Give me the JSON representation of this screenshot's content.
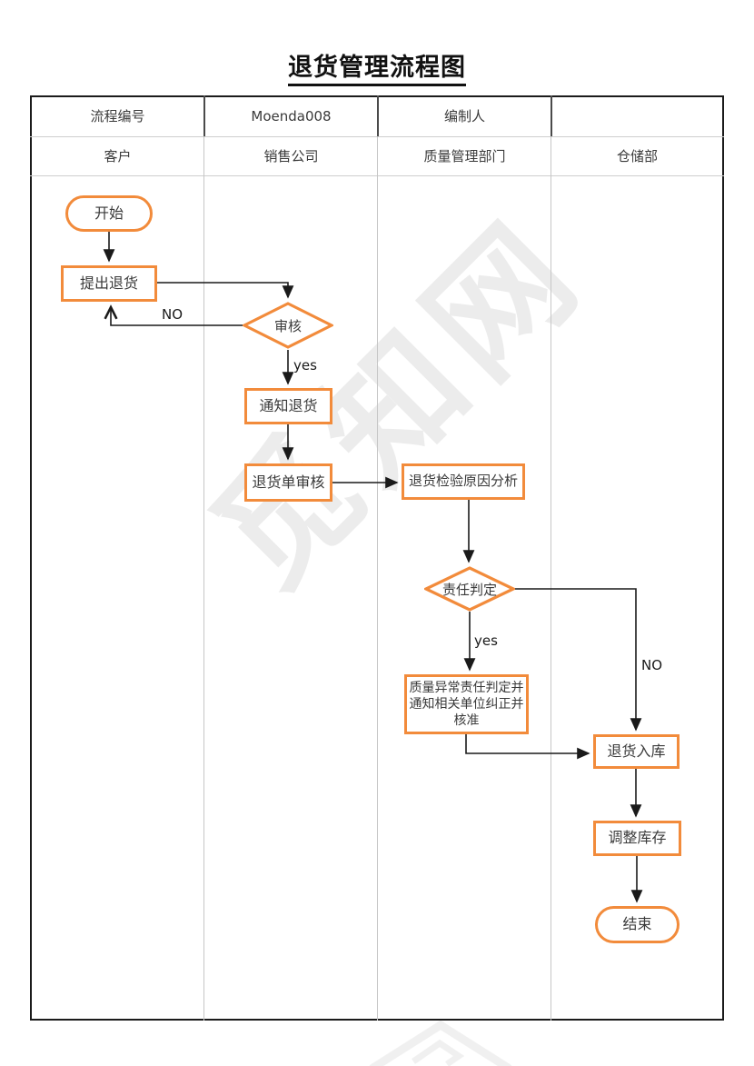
{
  "title": "退货管理流程图",
  "table": {
    "info_row": {
      "col1": "流程编号",
      "col2": "Moenda008",
      "col3": "编制人",
      "col4": ""
    },
    "lanes": [
      "客户",
      "销售公司",
      "质量管理部门",
      "仓储部"
    ]
  },
  "flow": {
    "nodes": {
      "start": "开始",
      "request_return": "提出退货",
      "review": "审核",
      "notify_return": "通知退货",
      "return_order_review": "退货单审核",
      "inspection_analysis": "退货检验原因分析",
      "responsibility_judge": "责任判定",
      "quality_abnormal": "质量异常责任判定并通知相关单位纠正并核准",
      "return_storage": "退货入库",
      "adjust_inventory": "调整库存",
      "end": "结束"
    },
    "edge_labels": {
      "review_no": "NO",
      "review_yes": "yes",
      "responsibility_yes": "yes",
      "responsibility_no": "NO"
    }
  },
  "watermark": {
    "text": "觅知网"
  },
  "colors": {
    "accent_orange": "#F28B3B",
    "line_black": "#1a1a1a",
    "grid_gray": "#c6c6c6",
    "outer_border": "#1b1b1b",
    "node_text": "#3a3a3a"
  }
}
